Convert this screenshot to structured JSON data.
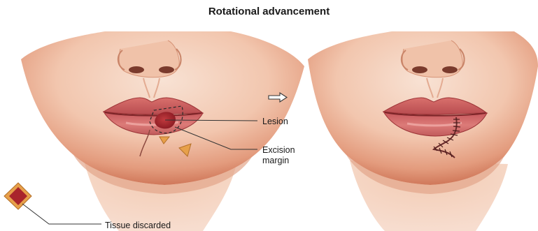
{
  "title": "Rotational advancement",
  "labels": {
    "lesion": "Lesion",
    "excision_line1": "Excision",
    "excision_line2": "margin",
    "tissue": "Tissue discarded"
  },
  "icons": {
    "arrow": "outline-right-arrow-icon"
  },
  "colors": {
    "skin_light": "#f6dccd",
    "skin_mid": "#e9a88b",
    "skin_dark": "#c86a4e",
    "lip": "#c8585a",
    "lip_dark": "#9c3437",
    "lesion": "#a2222a",
    "flap": "#e7a04a",
    "suture": "#6a2a2a",
    "leader": "#333333"
  }
}
